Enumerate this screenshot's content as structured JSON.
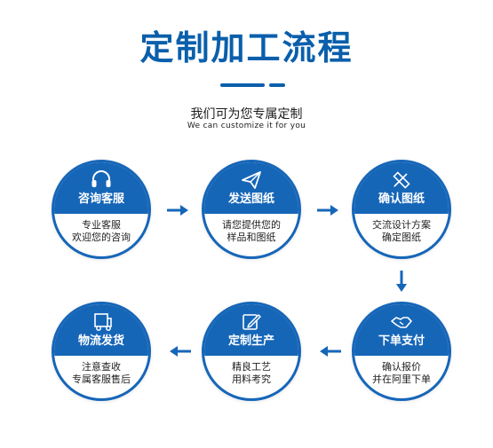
{
  "header": {
    "title": "定制加工流程",
    "subtitle": "我们可为您专属定制",
    "subtitle_en": "We can customize it for you"
  },
  "colors": {
    "primary": "#1666b8",
    "title_blue": "#0a5fab",
    "text": "#222222"
  },
  "steps": [
    {
      "title": "咨询客服",
      "desc1": "专业客服",
      "desc2": "欢迎您的咨询",
      "icon": "headset-icon"
    },
    {
      "title": "发送图纸",
      "desc1": "请您提供您的",
      "desc2": "样品和图纸",
      "icon": "paper-plane-icon"
    },
    {
      "title": "确认图纸",
      "desc1": "交流设计方案",
      "desc2": "确定图纸",
      "icon": "pencil-ruler-icon"
    },
    {
      "title": "下单支付",
      "desc1": "确认报价",
      "desc2": "并在阿里下单",
      "icon": "handshake-icon"
    },
    {
      "title": "定制生产",
      "desc1": "精良工艺",
      "desc2": "用料考究",
      "icon": "edit-icon"
    },
    {
      "title": "物流发货",
      "desc1": "注意查收",
      "desc2": "专属客服售后",
      "icon": "truck-icon"
    }
  ]
}
